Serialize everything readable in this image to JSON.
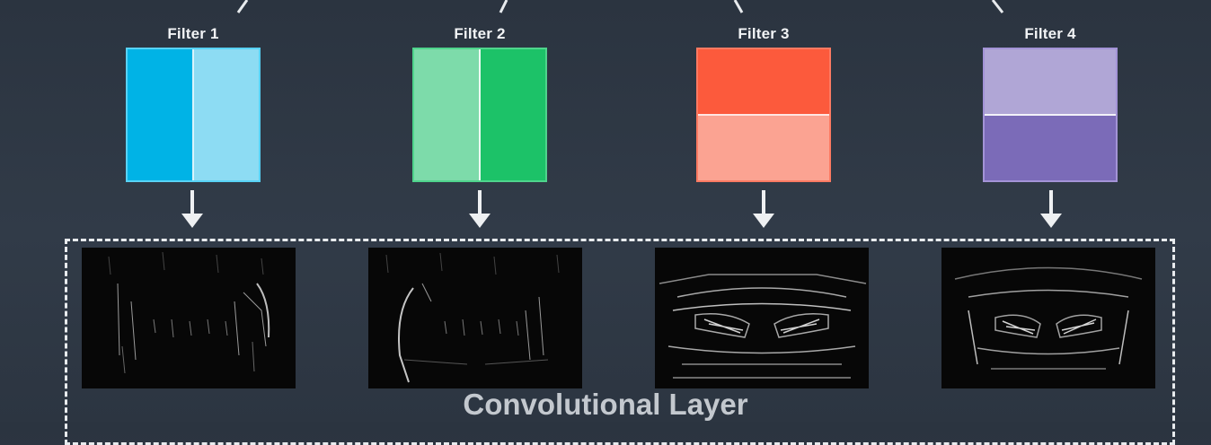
{
  "filters": [
    {
      "label": "Filter 1",
      "orientation": "vertical",
      "colors": [
        "#00b3e6",
        "#8ddcf3"
      ],
      "border": "#58d2f5"
    },
    {
      "label": "Filter 2",
      "orientation": "vertical",
      "colors": [
        "#7ddbaa",
        "#1cc268"
      ],
      "border": "#4fd48c"
    },
    {
      "label": "Filter 3",
      "orientation": "horizontal",
      "colors": [
        "#fc5a3c",
        "#fba392"
      ],
      "border": "#fd7a62"
    },
    {
      "label": "Filter 4",
      "orientation": "horizontal",
      "colors": [
        "#b0a6d6",
        "#7b6bb8"
      ],
      "border": "#a393d6"
    }
  ],
  "layer": {
    "label": "Convolutional Layer"
  }
}
